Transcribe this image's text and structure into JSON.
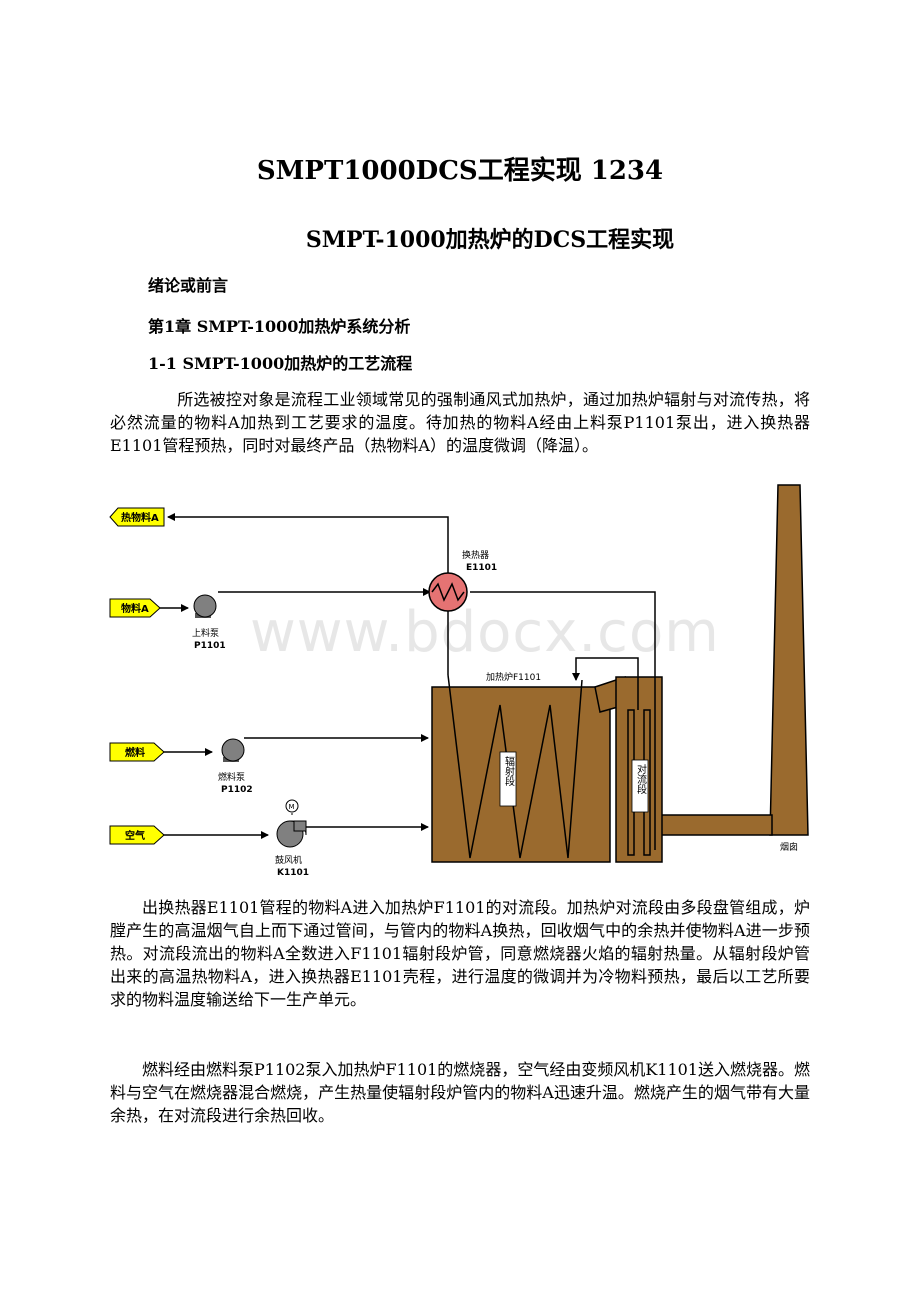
{
  "title": "SMPT1000DCS工程实现 1234",
  "subtitle": "SMPT-1000加热炉的DCS工程实现",
  "headings": {
    "intro": "绪论或前言",
    "chapter1": "第1章 SMPT-1000加热炉系统分析",
    "section1_1": "1-1 SMPT-1000加热炉的工艺流程"
  },
  "paragraphs": {
    "p1": "所选被控对象是流程工业领域常见的强制通风式加热炉，通过加热炉辐射与对流传热，将必然流量的物料A加热到工艺要求的温度。待加热的物料A经由上料泵P1101泵出，进入换热器E1101管程预热，同时对最终产品（热物料A）的温度微调（降温）。",
    "p2": "出换热器E1101管程的物料A进入加热炉F1101的对流段。加热炉对流段由多段盘管组成，炉膛产生的高温烟气自上而下通过管间，与管内的物料A换热，回收烟气中的余热并使物料A进一步预热。对流段流出的物料A全数进入F1101辐射段炉管，同意燃烧器火焰的辐射热量。从辐射段炉管出来的高温热物料A，进入换热器E1101壳程，进行温度的微调并为冷物料预热，最后以工艺所要求的物料温度输送给下一生产单元。",
    "p3": "燃料经由燃料泵P1102泵入加热炉F1101的燃烧器，空气经由变频风机K1101送入燃烧器。燃料与空气在燃烧器混合燃烧，产生热量使辐射段炉管内的物料A迅速升温。燃烧产生的烟气带有大量余热，在对流段进行余热回收。"
  },
  "watermark": "www.bdocx.com",
  "diagram": {
    "tags": {
      "hot_material": "热物料A",
      "material": "物料A",
      "fuel": "燃料",
      "air": "空气"
    },
    "equipment": {
      "exchanger_name": "换热器",
      "exchanger_id": "E1101",
      "feed_pump_name": "上料泵",
      "feed_pump_id": "P1101",
      "fuel_pump_name": "燃料泵",
      "fuel_pump_id": "P1102",
      "blower_name": "鼓风机",
      "blower_id": "K1101",
      "motor": "M",
      "furnace": "加热炉F1101",
      "radiant": "辐射段",
      "convection": "对流段",
      "chimney": "烟囱"
    },
    "colors": {
      "furnace": "#9a6a2e",
      "tag": "#ffff00",
      "exchanger": "#e57373",
      "pump": "#808080"
    }
  }
}
